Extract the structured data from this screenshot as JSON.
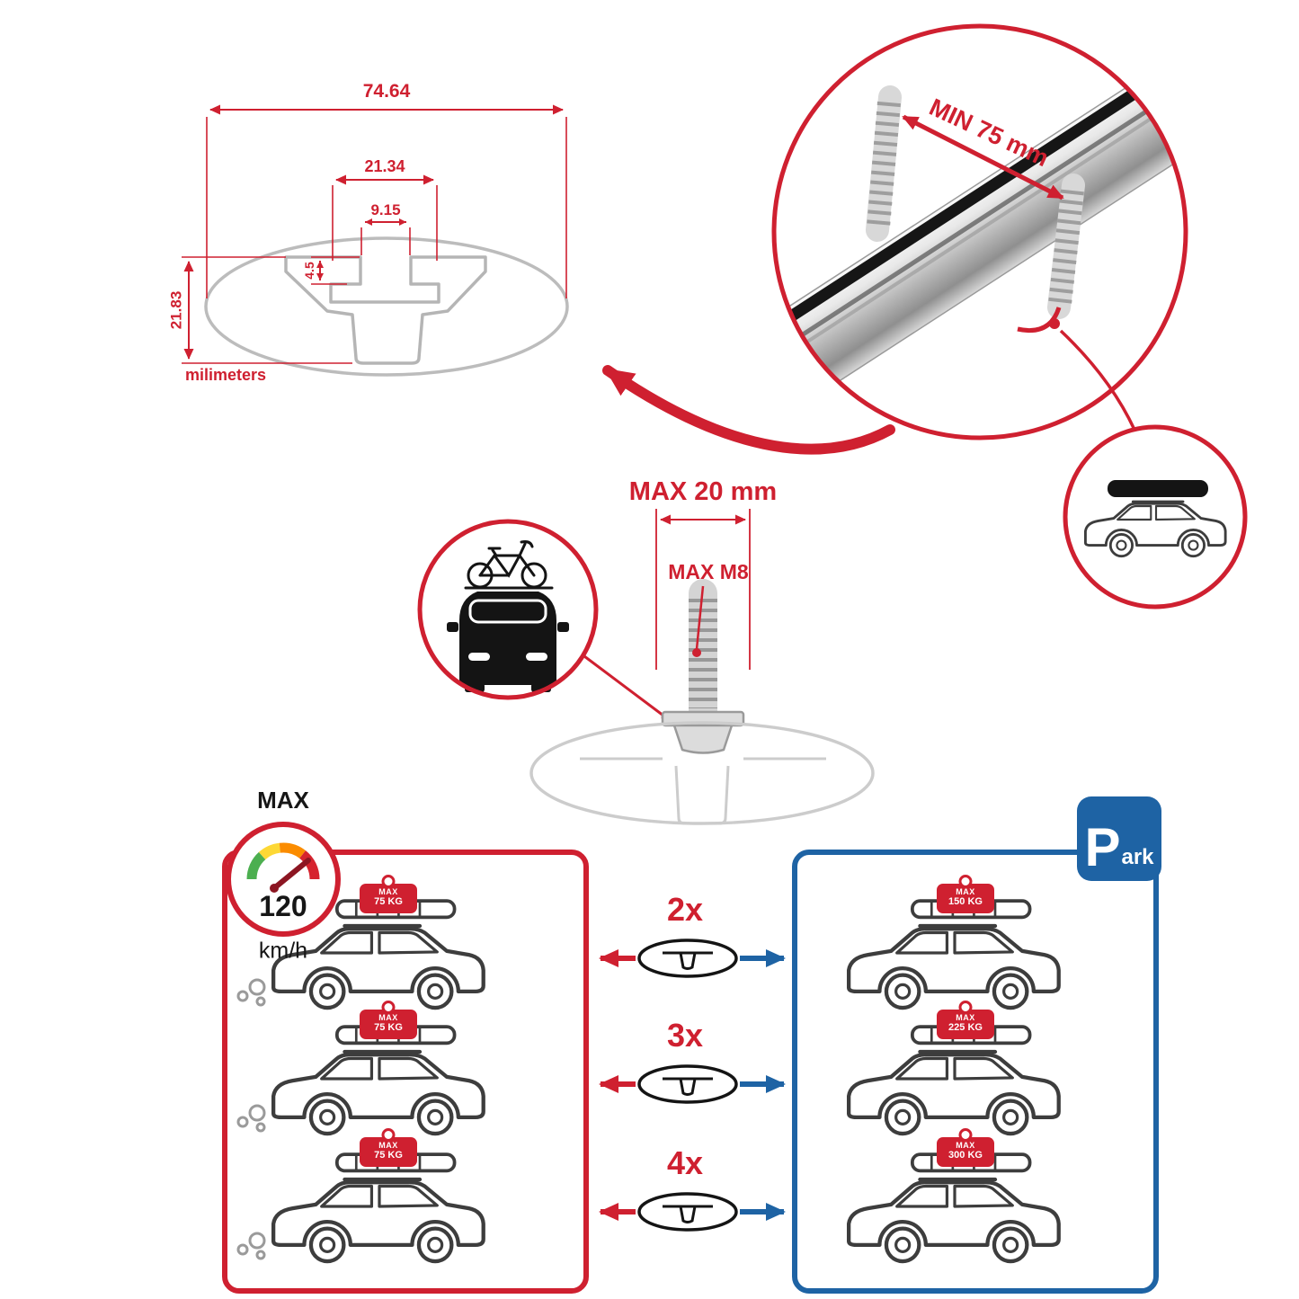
{
  "colors": {
    "accent_red": "#cf2030",
    "accent_blue": "#1e63a4"
  },
  "cross_section": {
    "total_width": "74.64",
    "channel_width": "21.34",
    "slot_width": "9.15",
    "slot_depth": "4.5",
    "height": "21.83",
    "units_label": "milimeters"
  },
  "bar_detail": {
    "min_clamp_label": "MIN 75 mm"
  },
  "bolt": {
    "max_length_label": "MAX 20 mm",
    "max_thread_label": "MAX M8"
  },
  "speedometer": {
    "title": "MAX",
    "value": "120",
    "units": "km/h"
  },
  "park_sign": {
    "letter": "P",
    "suffix": "ark"
  },
  "rows": [
    {
      "qty": "2x",
      "left_tag": {
        "label": "MAX",
        "value": "75 KG"
      },
      "right_tag": {
        "label": "MAX",
        "value": "150 KG"
      }
    },
    {
      "qty": "3x",
      "left_tag": {
        "label": "MAX",
        "value": "75 KG"
      },
      "right_tag": {
        "label": "MAX",
        "value": "225 KG"
      }
    },
    {
      "qty": "4x",
      "left_tag": {
        "label": "MAX",
        "value": "75 KG"
      },
      "right_tag": {
        "label": "MAX",
        "value": "300 KG"
      }
    }
  ]
}
